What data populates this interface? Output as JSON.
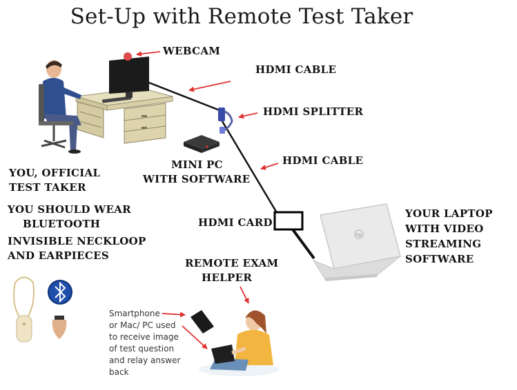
{
  "title": "Set-Up with Remote Test Taker",
  "labels": {
    "webcam": "WEBCAM",
    "hdmi_cable_1": "HDMI CABLE",
    "hdmi_splitter": "HDMI SPLITTER",
    "hdmi_cable_2": "HDMI CABLE",
    "mini_pc_line1": "MINI PC",
    "mini_pc_line2": "WITH SOFTWARE",
    "you_line1": "YOU, OFFICIAL",
    "you_line2": "TEST TAKER",
    "wear_line1": "YOU SHOULD WEAR",
    "wear_line2": "BLUETOOTH",
    "wear_line3": "INVISIBLE NECKLOOP",
    "wear_line4": "AND EARPIECES",
    "hdmi_card": "HDMI CARD",
    "laptop_line1": "YOUR LAPTOP",
    "laptop_line2": "WITH VIDEO",
    "laptop_line3": "STREAMING",
    "laptop_line4": "SOFTWARE",
    "helper_line1": "REMOTE EXAM",
    "helper_line2": "HELPER"
  },
  "helper_note": {
    "line1": "Smartphone",
    "line2": "or Mac/ PC used",
    "line3": "to receive image",
    "line4": "of test question",
    "line5": "and relay answer",
    "line6": "back"
  },
  "colors": {
    "arrow": "#e03030",
    "cable": "#111111",
    "desk": "#d8cfa8",
    "shirt": "#2f4f8f",
    "sweater": "#f2b640",
    "bluetooth": "#1f4fa8"
  },
  "icons": [
    "webcam-icon",
    "monitor-icon",
    "desk-icon",
    "person-icon",
    "mini-pc-icon",
    "hdmi-splitter-icon",
    "hdmi-card-icon",
    "laptop-icon",
    "neckloop-icon",
    "bluetooth-icon",
    "earpiece-icon",
    "smartphone-icon",
    "helper-person-icon"
  ]
}
